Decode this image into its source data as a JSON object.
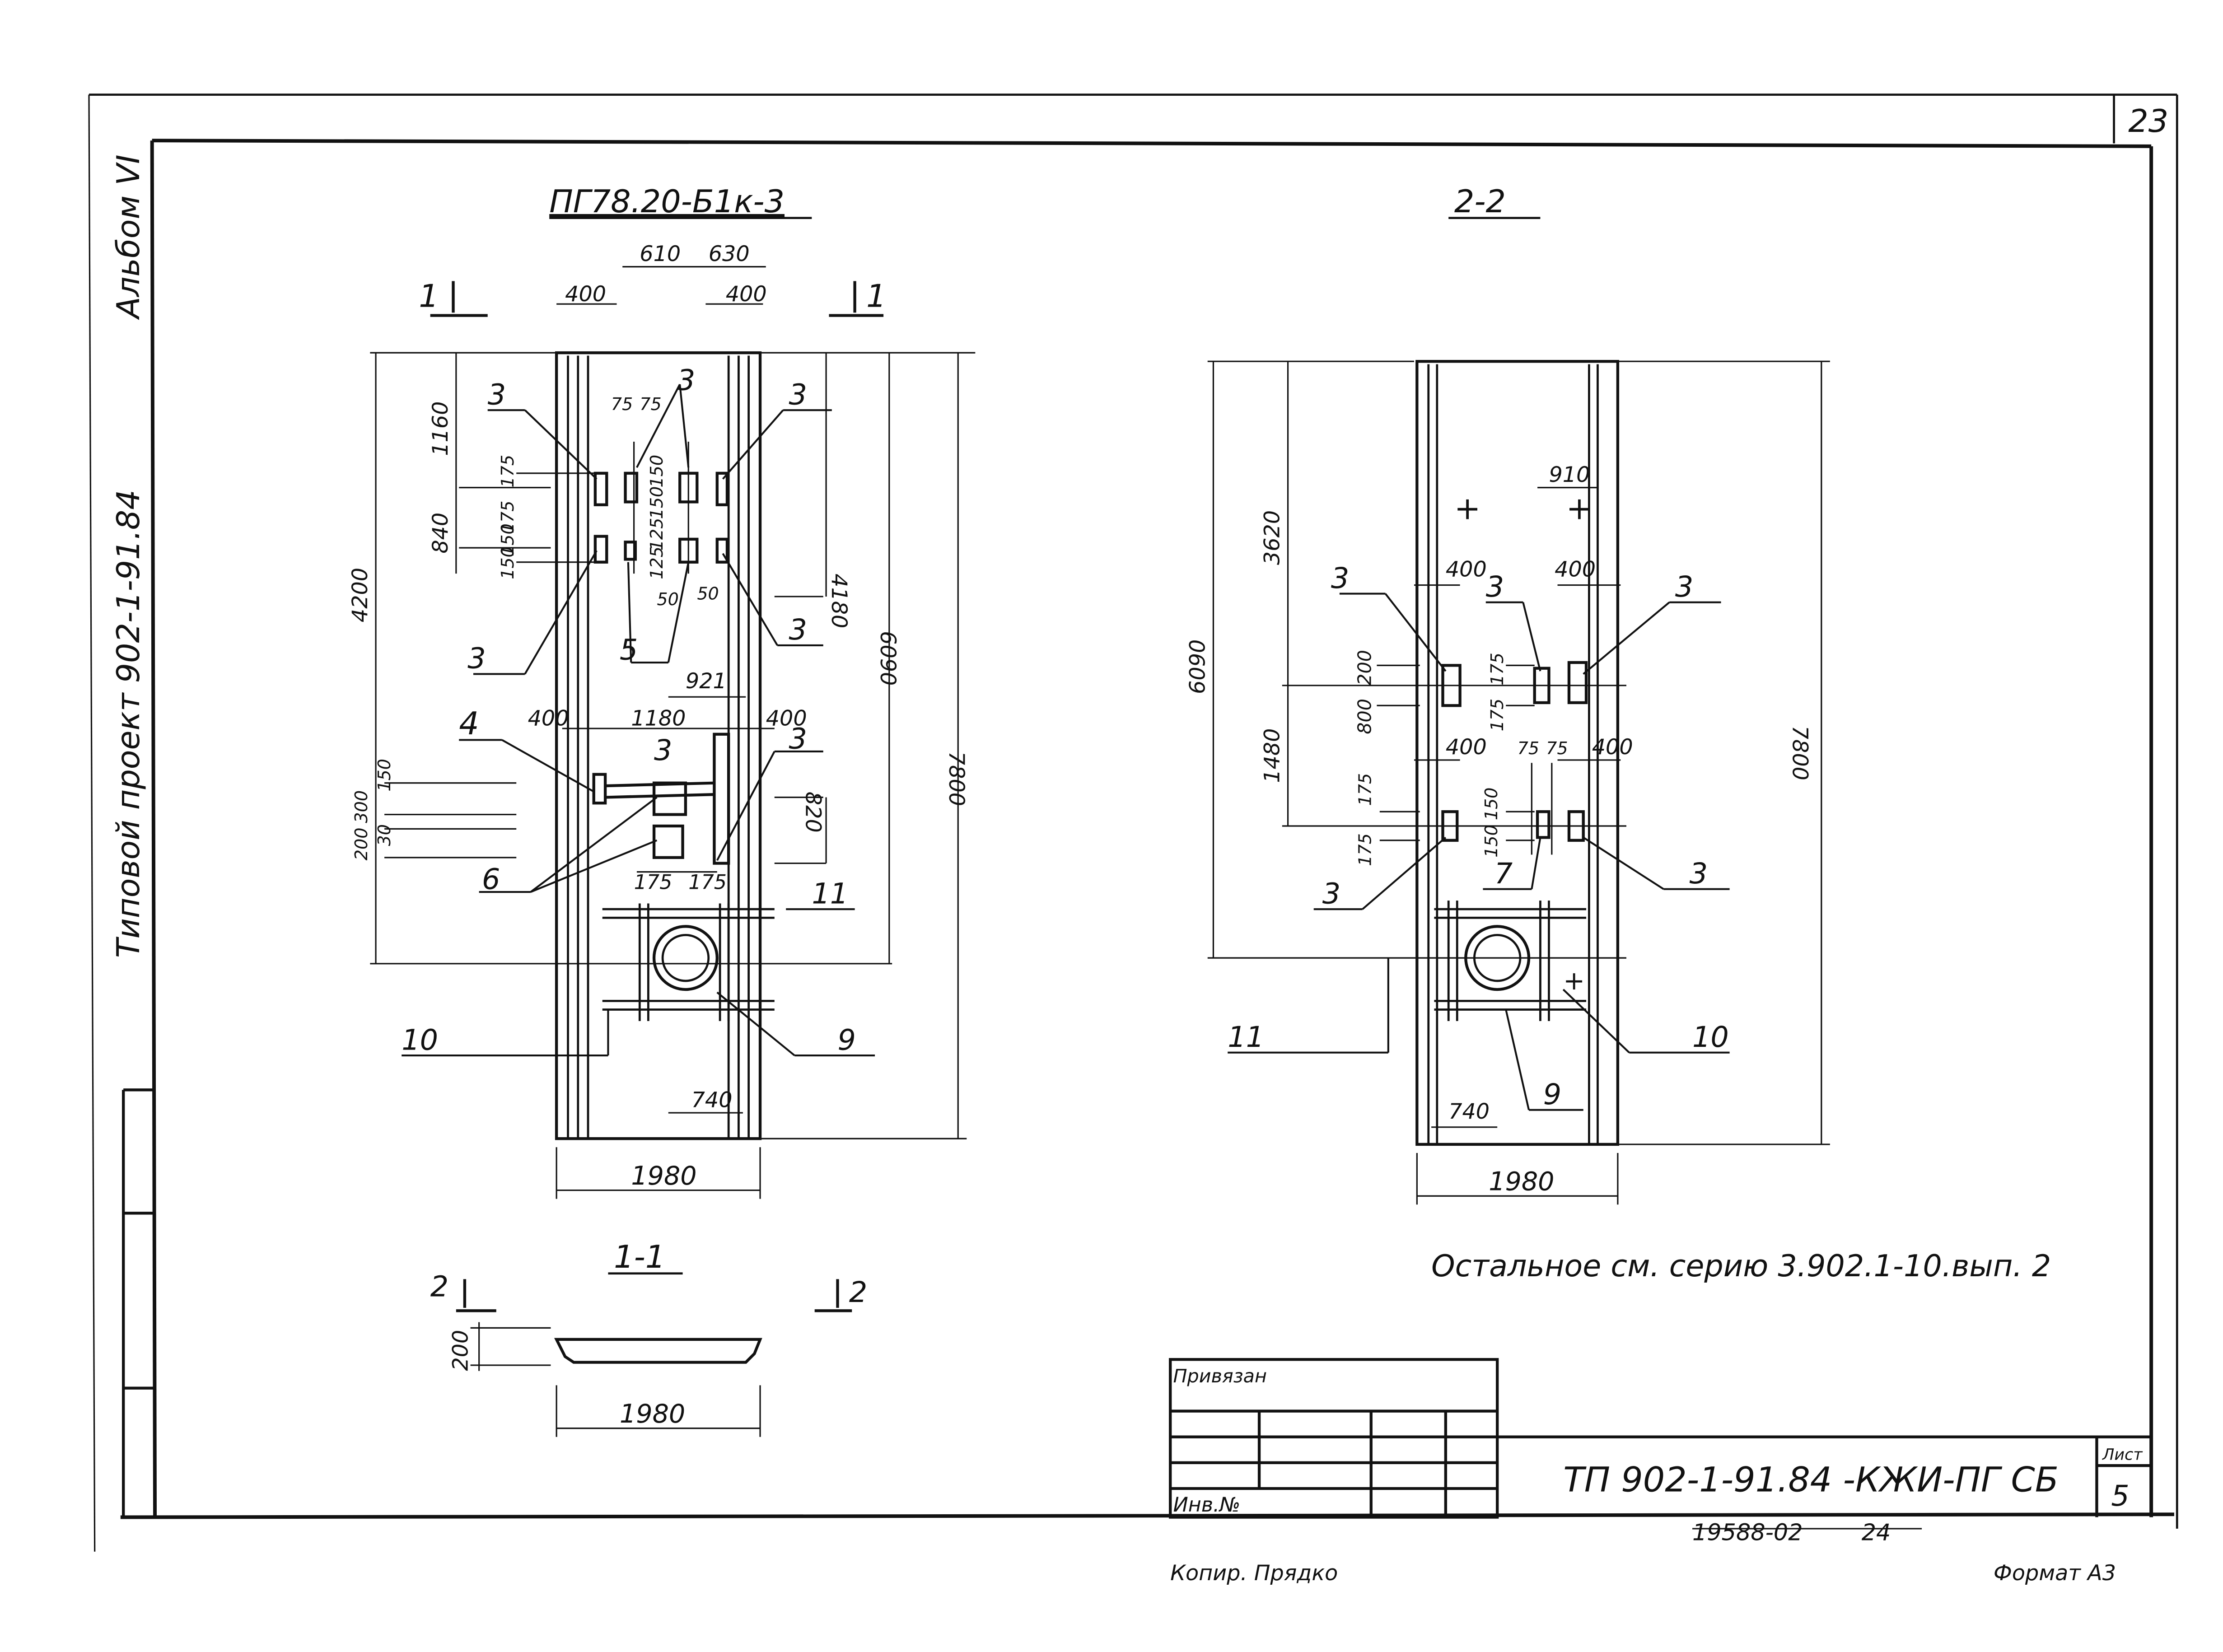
{
  "sheet": {
    "corner_number": "23",
    "album_label": "Альбом VI",
    "project_label": "Типовой проект 902-1-91.84",
    "sheet_word": "Лист",
    "sheet_number": "5",
    "designation": "ТП 902-1-91.84 -КЖИ-ПГ СБ",
    "bound_label": "Привязан",
    "inv_label": "Инв.№",
    "registry_number": "19588-02",
    "registry_sheet": "24",
    "copier_label": "Копир. Прядко",
    "format_label": "Формат А3",
    "note": "Остальное см. серию 3.902.1-10.вып. 2"
  },
  "plan": {
    "title": "ПГ78.20-Б1к-3",
    "section_mark": "1",
    "width_label": "1980",
    "dims": {
      "d610": "610",
      "d630": "630",
      "d400": "400",
      "d1160": "1160",
      "d840": "840",
      "d4200": "4200",
      "d4180": "4180",
      "d6090": "6090",
      "d7800": "7800",
      "d75": "75",
      "d150": "150",
      "d175": "175",
      "d125": "125",
      "d50": "50",
      "d921": "921",
      "d1180": "1180",
      "d300": "300",
      "d200": "200",
      "d30": "30",
      "d820": "820",
      "d740": "740"
    },
    "callouts": {
      "c3": "3",
      "c4": "4",
      "c5": "5",
      "c6": "6",
      "c9": "9",
      "c10": "10",
      "c11": "11"
    }
  },
  "section22": {
    "title": "2-2",
    "width_label": "1980",
    "dims": {
      "d6090": "6090",
      "d3620": "3620",
      "d1480": "1480",
      "d7800": "7800",
      "d910": "910",
      "d400": "400",
      "d200": "200",
      "d800": "800",
      "d175": "175",
      "d150": "150",
      "d75": "75",
      "d740": "740"
    },
    "callouts": {
      "c3": "3",
      "c7": "7",
      "c9": "9",
      "c10": "10",
      "c11": "11"
    }
  },
  "section11": {
    "title": "1-1",
    "mark": "2",
    "height_label": "200",
    "width_label": "1980"
  }
}
